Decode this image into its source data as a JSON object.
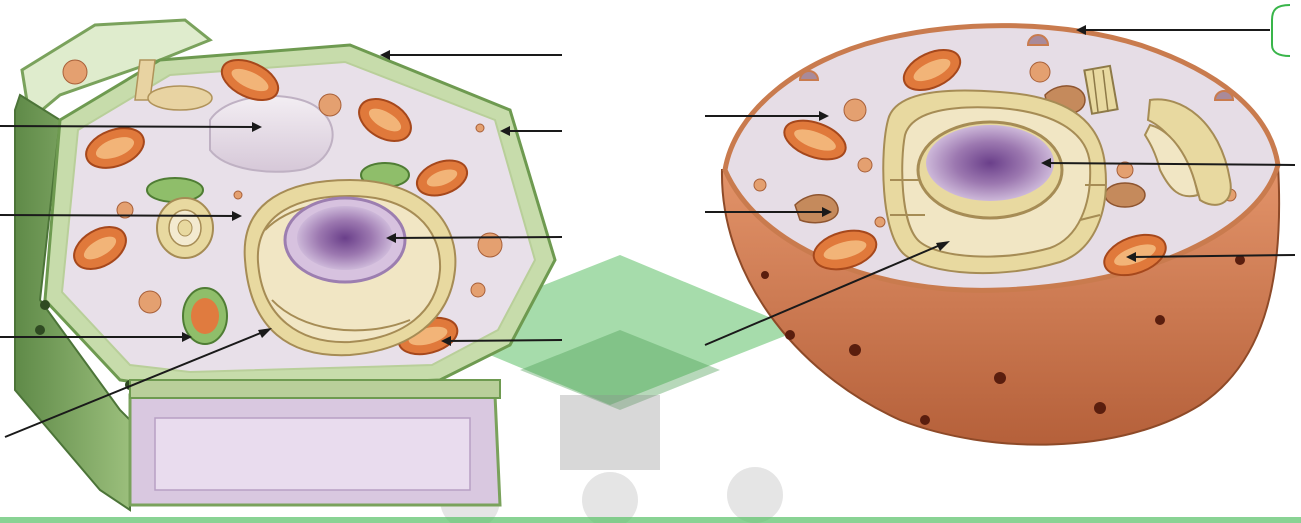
{
  "diagram": {
    "plant_cell": {
      "label_arrows": [
        {
          "id": "cell-wall"
        },
        {
          "id": "vacuole"
        },
        {
          "id": "cell-membrane"
        },
        {
          "id": "cytoplasm"
        },
        {
          "id": "nucleus"
        },
        {
          "id": "chloroplast"
        },
        {
          "id": "endoplasmic-reticulum"
        },
        {
          "id": "mitochondrion"
        }
      ]
    },
    "animal_cell": {
      "label_arrows": [
        {
          "id": "cell-membrane"
        },
        {
          "id": "cytoplasm"
        },
        {
          "id": "nucleus"
        },
        {
          "id": "mitochondrion"
        },
        {
          "id": "endoplasmic-reticulum"
        },
        {
          "id": "golgi"
        }
      ]
    },
    "colors": {
      "cell_wall": "#b9cf9a",
      "cell_wall_dark": "#6f9a55",
      "cytoplasm": "#e6dde6",
      "nucleus": "#a07cb3",
      "mitochondrion": "#e0793b",
      "chloroplast": "#8fbe6a",
      "er": "#e8d9a0",
      "animal_outer": "#c97b4e",
      "watermark": "#39b54a"
    }
  }
}
